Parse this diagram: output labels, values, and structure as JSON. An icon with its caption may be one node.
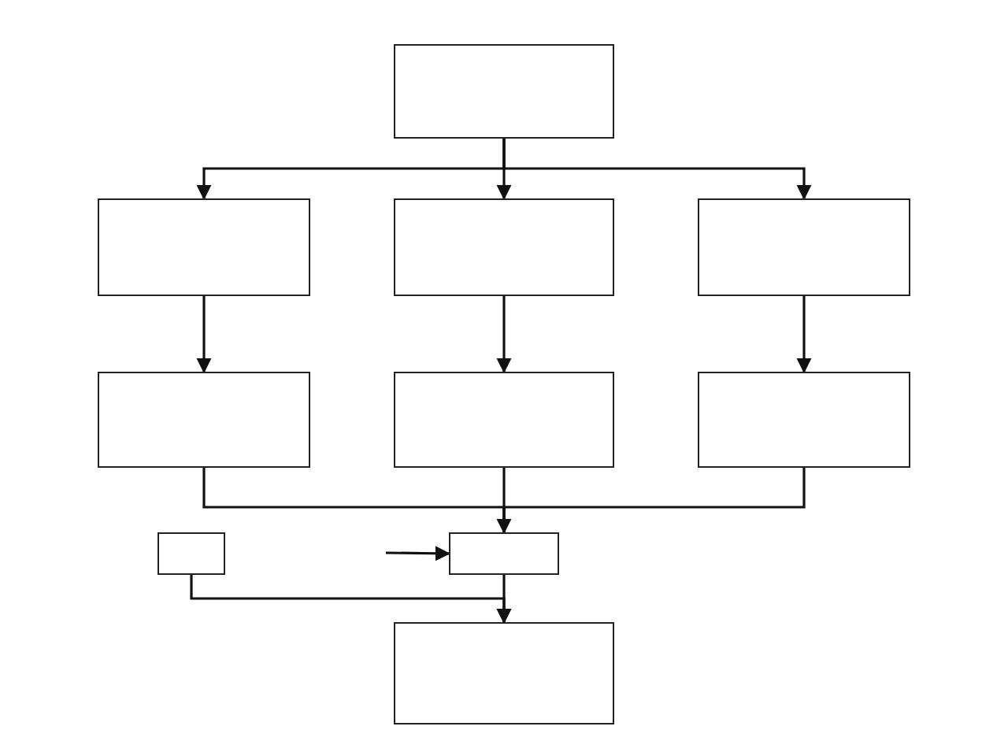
{
  "diagram": {
    "nodes": [
      {
        "text": [],
        "shape": "box"
      },
      {
        "text": [],
        "shape": "box"
      },
      {
        "text": [],
        "shape": "box"
      },
      {
        "text": [],
        "shape": "box"
      },
      {
        "text": [],
        "shape": "box"
      },
      {
        "text": [],
        "shape": "box"
      },
      {
        "text": [],
        "shape": "box"
      },
      {
        "text": [],
        "shape": "box"
      },
      {
        "text": [],
        "shape": "box"
      },
      {
        "text": [],
        "shape": "box"
      }
    ],
    "edges": [
      {
        "from": 0,
        "to": 1,
        "arrow": "to"
      },
      {
        "from": 0,
        "to": 2,
        "arrow": "to"
      },
      {
        "from": 0,
        "to": 3,
        "arrow": "to"
      },
      {
        "from": 1,
        "to": 4,
        "arrow": "to"
      },
      {
        "from": 2,
        "to": 5,
        "arrow": "to"
      },
      {
        "from": 3,
        "to": 6,
        "arrow": "to"
      },
      {
        "from": 4,
        "to": 8,
        "arrow": "none"
      },
      {
        "from": 5,
        "to": 8,
        "arrow": "to"
      },
      {
        "from": 6,
        "to": 8,
        "arrow": "none"
      },
      {
        "from": null,
        "to": 8,
        "arrow": "to"
      },
      {
        "from": 8,
        "to": 9,
        "arrow": "to"
      },
      {
        "from": 7,
        "to": 9,
        "arrow": "to"
      }
    ]
  }
}
